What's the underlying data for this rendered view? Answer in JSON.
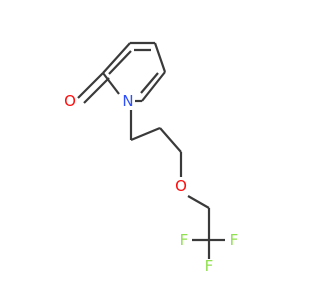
{
  "diagram": {
    "atoms": [
      {
        "id": "O_carbonyl",
        "symbol": "O",
        "color": "#ff0d0d"
      },
      {
        "id": "N_ring",
        "symbol": "N",
        "color": "#3050f8"
      },
      {
        "id": "O_ether",
        "symbol": "O",
        "color": "#ff0d0d"
      },
      {
        "id": "F_left",
        "symbol": "F",
        "color": "#90e050"
      },
      {
        "id": "F_right",
        "symbol": "F",
        "color": "#90e050"
      },
      {
        "id": "F_bottom",
        "symbol": "F",
        "color": "#90e050"
      }
    ],
    "bond_color": "#3a3a3a"
  }
}
